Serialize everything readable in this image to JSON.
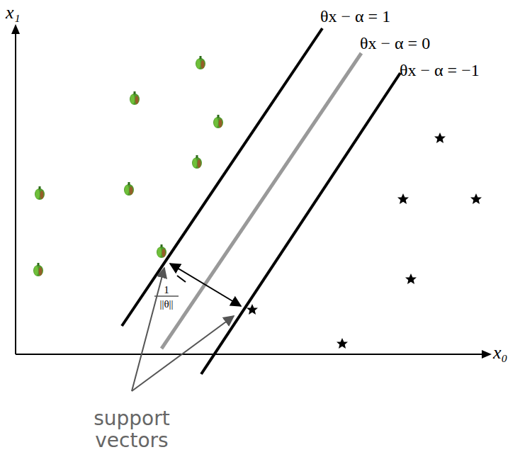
{
  "diagram": {
    "labels": [
      "x₁",
      "x₀",
      "θx − α = 1",
      "θx − α = 0",
      "θx − α = −1",
      "1",
      "||θ||",
      "support vectors"
    ]
  }
}
